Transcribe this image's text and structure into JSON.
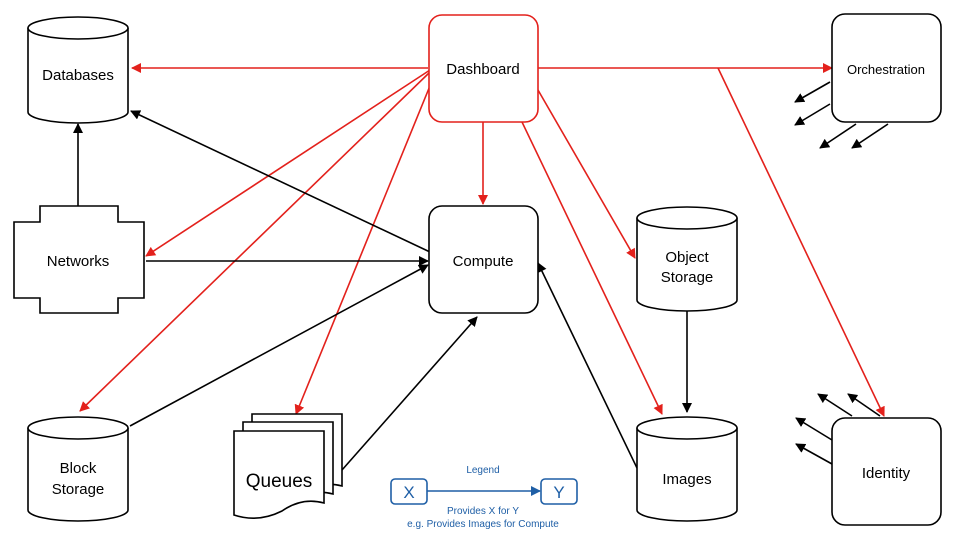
{
  "colors": {
    "red": "#e3211c",
    "black": "#000000",
    "legend_blue": "#1f5fa6",
    "background": "#ffffff"
  },
  "nodes": {
    "dashboard": "Dashboard",
    "databases": "Databases",
    "orchestration": "Orchestration",
    "networks": "Networks",
    "compute": "Compute",
    "object_storage_line1": "Object",
    "object_storage_line2": "Storage",
    "block_storage_line1": "Block",
    "block_storage_line2": "Storage",
    "queues": "Queues",
    "images": "Images",
    "identity": "Identity"
  },
  "legend": {
    "title": "Legend",
    "x_label": "X",
    "y_label": "Y",
    "line1": "Provides X for Y",
    "line2": "e.g. Provides Images for Compute"
  },
  "edges": [
    {
      "from": "Dashboard",
      "to": "Databases",
      "type": "red"
    },
    {
      "from": "Dashboard",
      "to": "Orchestration",
      "type": "red"
    },
    {
      "from": "Dashboard",
      "to": "Networks",
      "type": "red"
    },
    {
      "from": "Dashboard",
      "to": "Compute",
      "type": "red"
    },
    {
      "from": "Dashboard",
      "to": "Object Storage",
      "type": "red"
    },
    {
      "from": "Dashboard",
      "to": "Block Storage",
      "type": "red"
    },
    {
      "from": "Dashboard",
      "to": "Queues",
      "type": "red"
    },
    {
      "from": "Dashboard",
      "to": "Images",
      "type": "red"
    },
    {
      "from": "Dashboard",
      "to": "Identity",
      "type": "red"
    },
    {
      "from": "Networks",
      "to": "Databases",
      "type": "black"
    },
    {
      "from": "Compute",
      "to": "Databases",
      "type": "black"
    },
    {
      "from": "Networks",
      "to": "Compute",
      "type": "black"
    },
    {
      "from": "Block Storage",
      "to": "Compute",
      "type": "black"
    },
    {
      "from": "Queues",
      "to": "Compute",
      "type": "black"
    },
    {
      "from": "Images",
      "to": "Compute",
      "type": "black"
    },
    {
      "from": "Object Storage",
      "to": "Images",
      "type": "black"
    }
  ]
}
